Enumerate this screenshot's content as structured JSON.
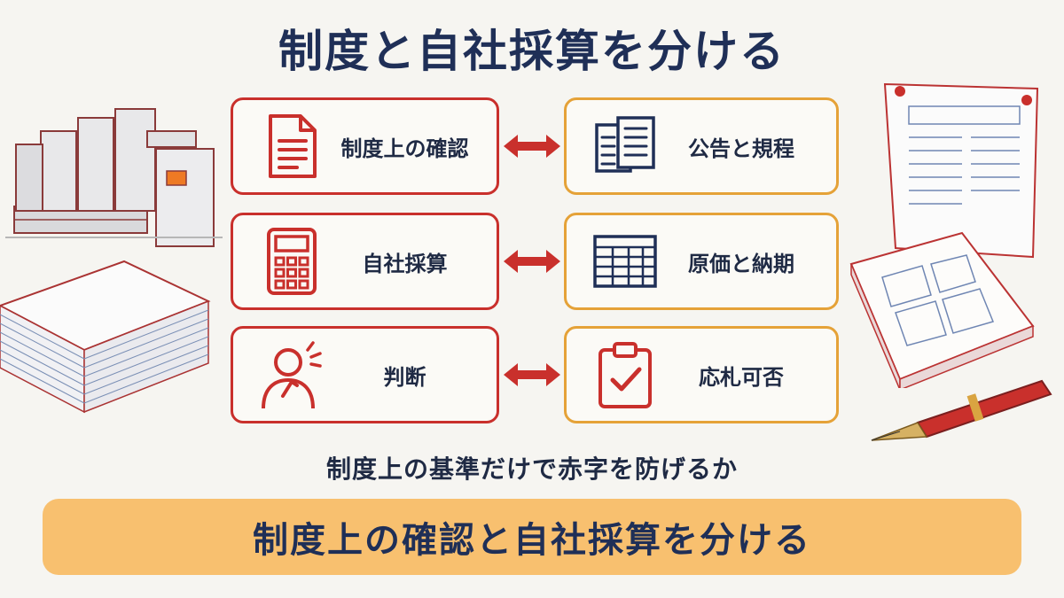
{
  "title": "制度と自社採算を分ける",
  "rows": [
    {
      "left": {
        "label": "制度上の確認",
        "icon": "document-icon"
      },
      "right": {
        "label": "公告と規程",
        "icon": "documents-stack-icon"
      }
    },
    {
      "left": {
        "label": "自社採算",
        "icon": "calculator-icon"
      },
      "right": {
        "label": "原価と納期",
        "icon": "spreadsheet-icon"
      }
    },
    {
      "left": {
        "label": "判断",
        "icon": "thinking-person-icon"
      },
      "right": {
        "label": "応札可否",
        "icon": "clipboard-check-icon"
      }
    }
  ],
  "subtitle": "制度上の基準だけで赤字を防げるか",
  "banner": "制度上の確認と自社採算を分ける",
  "colors": {
    "left_border": "#c9302c",
    "right_border": "#e5a238",
    "banner": "#f8c06f",
    "title": "#1f2f57"
  }
}
